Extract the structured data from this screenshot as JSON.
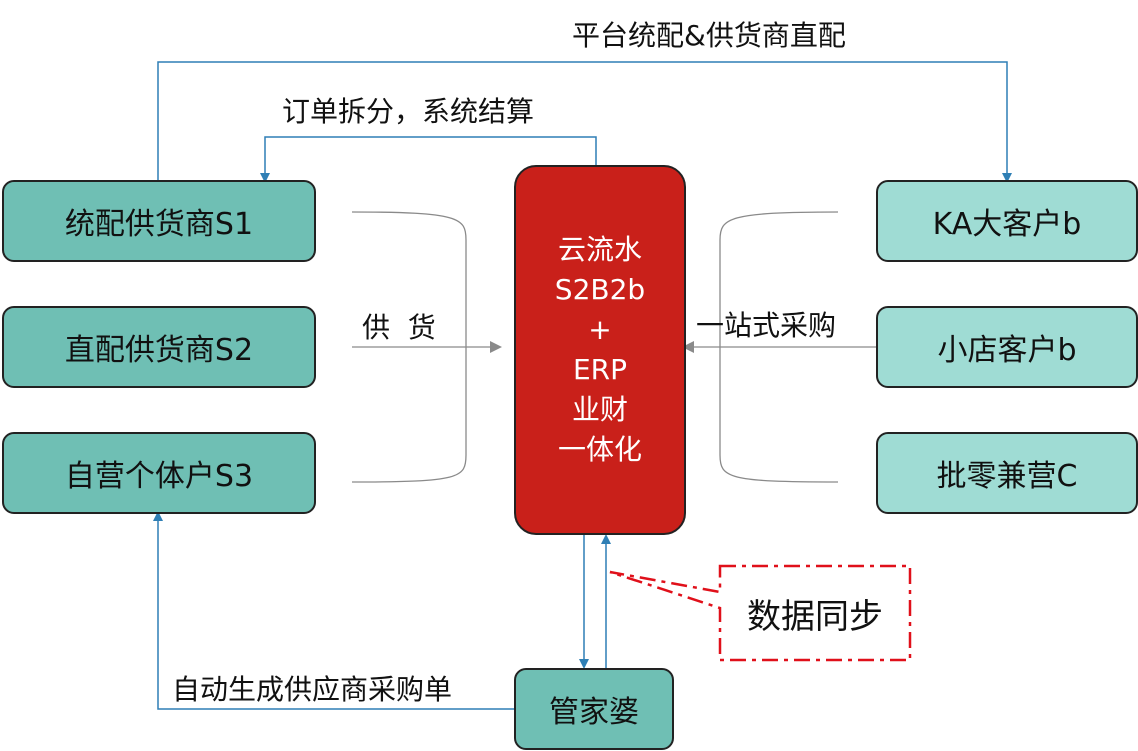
{
  "suppliers": [
    {
      "label": "统配供货商S1"
    },
    {
      "label": "直配供货商S2"
    },
    {
      "label": "自营个体户S3"
    }
  ],
  "customers": [
    {
      "label": "KA大客户b"
    },
    {
      "label": "小店客户b"
    },
    {
      "label": "批零兼营C"
    }
  ],
  "core": {
    "lines": [
      "云流水",
      "S2B2b",
      "+",
      "ERP",
      "业财",
      "一体化"
    ]
  },
  "steward": {
    "label": "管家婆"
  },
  "labels": {
    "platform_delivery": "平台统配&供货商直配",
    "order_split": "订单拆分，系统结算",
    "supply": "供  货",
    "one_stop": "一站式采购",
    "auto_po": "自动生成供应商采购单",
    "data_sync": "数据同步"
  },
  "colors": {
    "supplier_fill": "#6fbfb4",
    "customer_fill": "#9fdcd4",
    "core_fill": "#c9201a",
    "connector": "#2f7fb5",
    "sync_border": "#e0101a"
  }
}
